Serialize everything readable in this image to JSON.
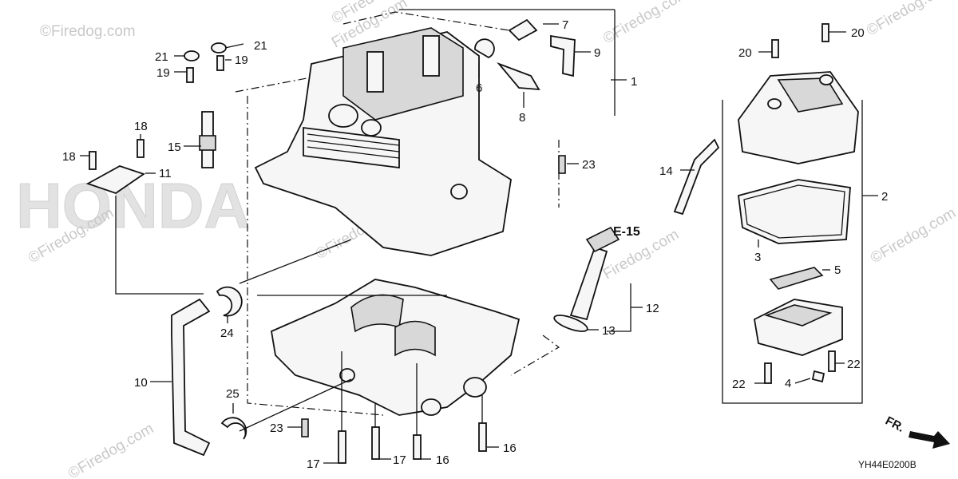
{
  "watermarks": {
    "brand": "HONDA",
    "site": "©Firedog.com",
    "site_short": "Firedog.com"
  },
  "callouts": {
    "c1": "1",
    "c2": "2",
    "c3": "3",
    "c4": "4",
    "c5": "5",
    "c6": "6",
    "c7": "7",
    "c8": "8",
    "c9": "9",
    "c10": "10",
    "c11": "11",
    "c12": "12",
    "c13": "13",
    "c14": "14",
    "c15": "15",
    "c16a": "16",
    "c16b": "16",
    "c17a": "17",
    "c17b": "17",
    "c18a": "18",
    "c18b": "18",
    "c19a": "19",
    "c19b": "19",
    "c20a": "20",
    "c20b": "20",
    "c21a": "21",
    "c21b": "21",
    "c22a": "22",
    "c22b": "22",
    "c23a": "23",
    "c23b": "23",
    "c24": "24",
    "c25": "25"
  },
  "reference": "E-15",
  "direction": "FR.",
  "diagram_code": "YH44E0200B",
  "colors": {
    "line": "#111111",
    "watermark": "#c9c9c9",
    "background": "#ffffff"
  }
}
